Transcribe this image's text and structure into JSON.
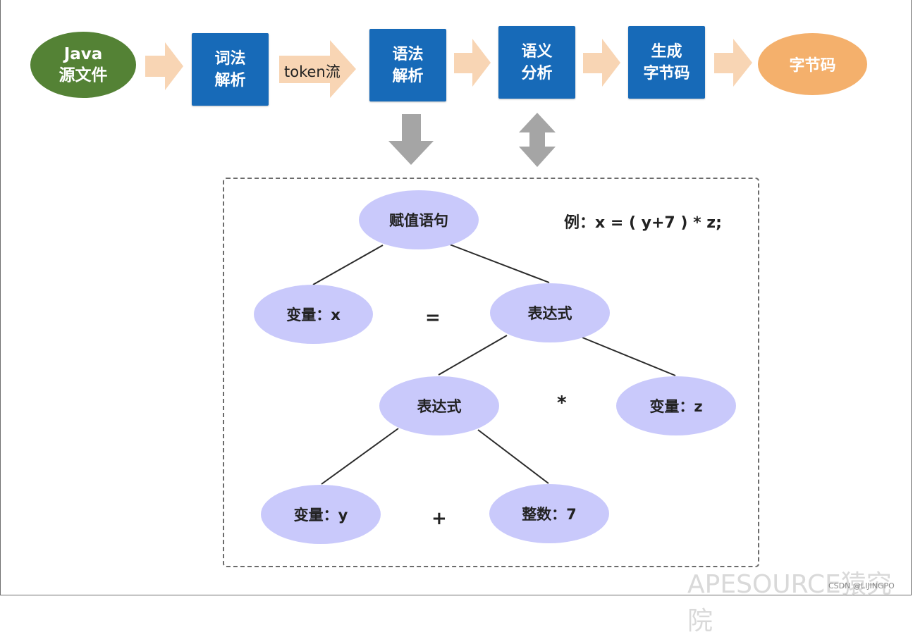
{
  "pipeline": {
    "source": "Java\n源文件",
    "lexical": "词法\n解析",
    "token_label": "token流",
    "syntax": "语法\n解析",
    "semantic": "语义\n分析",
    "codegen": "生成\n字节码",
    "output": "字节码"
  },
  "tree": {
    "example": "例：x = ( y+7 ) * z;",
    "root": "赋值语句",
    "var_x": "变量：x",
    "assign_op": "=",
    "expr_top": "表达式",
    "expr_inner": "表达式",
    "mul_op": "*",
    "var_z": "变量：z",
    "var_y": "变量：y",
    "plus_op": "+",
    "int_7": "整数：7"
  },
  "watermark": {
    "main": "APESOURCE猿究院",
    "credit": "CSDN @LIJINGPO"
  },
  "colors": {
    "process_box": "#176ab8",
    "source_ellipse": "#548235",
    "output_ellipse": "#f4b06c",
    "flow_arrow": "#f8d5b4",
    "tree_node": "#c9c9fb",
    "vertical_arrow": "#a5a5a5"
  }
}
